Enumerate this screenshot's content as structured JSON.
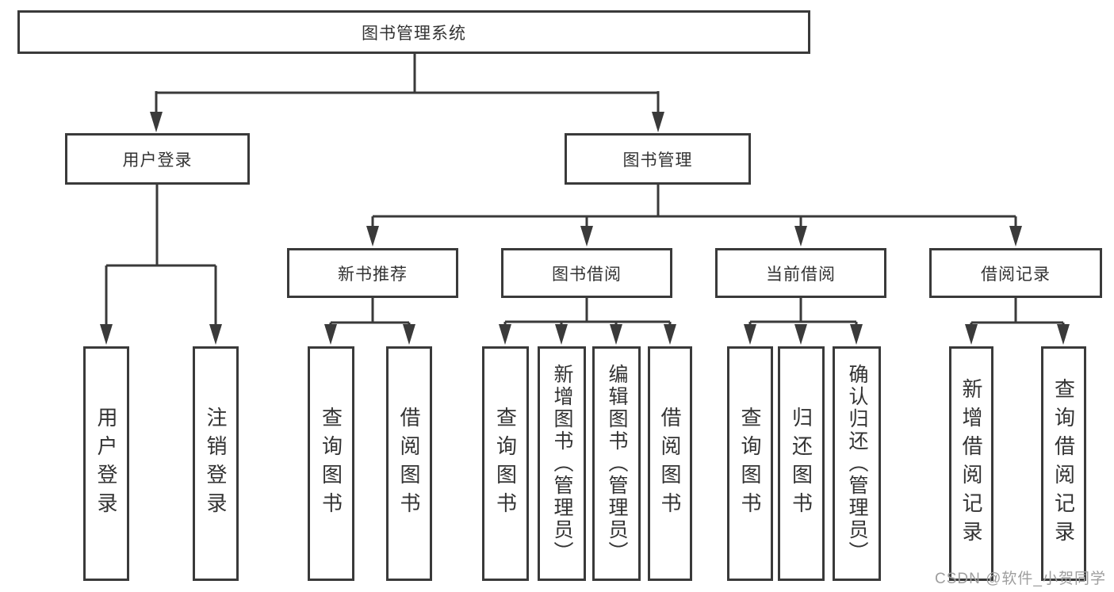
{
  "colors": {
    "line": "#3a3a3a",
    "text": "#333333",
    "box_background": "#ffffff",
    "watermark": "#9e9e9e"
  },
  "watermark": "CSDN @软件_小贺同学",
  "diagram": {
    "type": "tree",
    "root": {
      "label": "图书管理系统"
    },
    "children": [
      {
        "label": "用户登录",
        "children": [
          {
            "label": "用户登录"
          },
          {
            "label": "注销登录"
          }
        ]
      },
      {
        "label": "图书管理",
        "children": [
          {
            "label": "新书推荐",
            "children": [
              {
                "label": "查询图书"
              },
              {
                "label": "借阅图书"
              }
            ]
          },
          {
            "label": "图书借阅",
            "children": [
              {
                "label": "查询图书"
              },
              {
                "label": "新增图书（管理员）"
              },
              {
                "label": "编辑图书（管理员）"
              },
              {
                "label": "借阅图书"
              }
            ]
          },
          {
            "label": "当前借阅",
            "children": [
              {
                "label": "查询图书"
              },
              {
                "label": "归还图书"
              },
              {
                "label": "确认归还（管理员）"
              }
            ]
          },
          {
            "label": "借阅记录",
            "children": [
              {
                "label": "新增借阅记录"
              },
              {
                "label": "查询借阅记录"
              }
            ]
          }
        ]
      }
    ]
  }
}
